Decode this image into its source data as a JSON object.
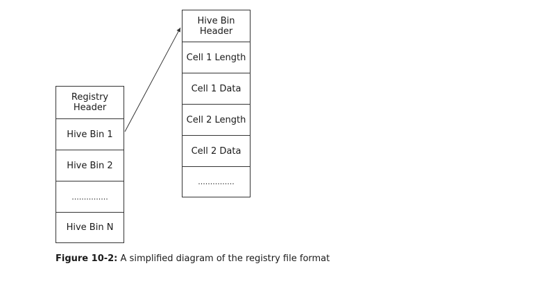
{
  "left_stack": {
    "cells": [
      "Registry Header",
      "Hive Bin 1",
      "Hive Bin 2",
      "...............",
      "Hive Bin N"
    ]
  },
  "right_stack": {
    "cells": [
      "Hive Bin Header",
      "Cell 1 Length",
      "Cell 1 Data",
      "Cell 2 Length",
      "Cell 2 Data",
      "..............."
    ]
  },
  "caption": {
    "label": "Figure 10-2:",
    "text": "A simplified diagram of the registry file format"
  }
}
